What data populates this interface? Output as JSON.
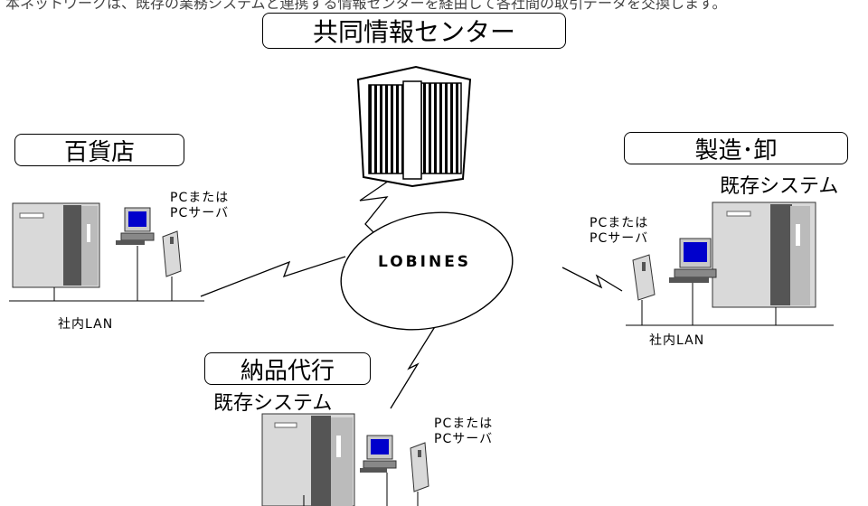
{
  "top_text": "本ネットワークは、既存の業務システムと連携する情報センターを経由して各社間の取引データを交換します。",
  "center": {
    "label": "共同情報センター"
  },
  "network": {
    "label": "LOBINES"
  },
  "department_store": {
    "label": "百貨店",
    "pc_label_1": "PCまたは",
    "pc_label_2": "PCサーバ",
    "lan_label": "社内LAN"
  },
  "manufacturer": {
    "label": "製造･卸",
    "system_label": "既存システム",
    "pc_label_1": "PCまたは",
    "pc_label_2": "PCサーバ",
    "lan_label": "社内LAN"
  },
  "delivery": {
    "label": "納品代行",
    "system_label": "既存システム",
    "pc_label_1": "PCまたは",
    "pc_label_2": "PCサーバ"
  },
  "colors": {
    "screen": "#0000cc",
    "server_body": "#d9d9d9",
    "line": "#000000"
  }
}
